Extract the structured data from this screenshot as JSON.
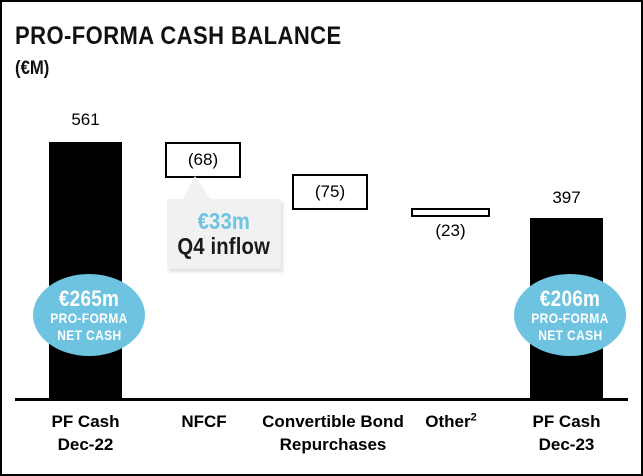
{
  "header": {
    "title": "PRO-FORMA CASH BALANCE",
    "units": "(€M)"
  },
  "colors": {
    "accent_blue": "#6ec3e0",
    "bar_black": "#000000",
    "callout_bg": "#f1f1f1",
    "page_bg": "#ffffff"
  },
  "badges": [
    {
      "amount": "€265m",
      "line1": "PRO-FORMA",
      "line2": "NET CASH"
    },
    {
      "amount": "€206m",
      "line1": "PRO-FORMA",
      "line2": "NET CASH"
    }
  ],
  "callout": {
    "amount": "€33m",
    "text": "Q4 inflow"
  },
  "axis": {
    "categories": [
      {
        "line1": "PF Cash",
        "line2": "Dec-22",
        "superscript": ""
      },
      {
        "line1": "NFCF",
        "line2": "",
        "superscript": ""
      },
      {
        "line1": "Convertible Bond",
        "line2": "Repurchases",
        "superscript": ""
      },
      {
        "line1": "Other",
        "line2": "",
        "superscript": "2"
      },
      {
        "line1": "PF Cash",
        "line2": "Dec-23",
        "superscript": ""
      }
    ]
  },
  "chart_data": {
    "type": "bar",
    "title": "PRO-FORMA CASH BALANCE",
    "subtitle": "(€M)",
    "xlabel": "",
    "ylabel": "€M",
    "ylim": [
      0,
      600
    ],
    "grid": false,
    "legend": "none",
    "waterfall": true,
    "categories": [
      "PF Cash Dec-22",
      "NFCF",
      "Convertible Bond Repurchases",
      "Other",
      "PF Cash Dec-23"
    ],
    "labels": [
      "561",
      "(68)",
      "(75)",
      "(23)",
      "397"
    ],
    "values": [
      561,
      -68,
      -75,
      -23,
      397
    ],
    "bar_styles": [
      "solid",
      "outline",
      "outline",
      "outline",
      "solid"
    ],
    "cumulative_start": [
      0,
      561,
      493,
      418,
      0
    ],
    "cumulative_end": [
      561,
      493,
      418,
      395,
      397
    ],
    "annotations": [
      {
        "text": "€33m",
        "note": "callout amount, blue"
      },
      {
        "text": "Q4 inflow",
        "note": "callout caption"
      },
      {
        "text": "€265m PRO-FORMA NET CASH",
        "note": "badge on PF Cash Dec-22 bar"
      },
      {
        "text": "€206m PRO-FORMA NET CASH",
        "note": "badge on PF Cash Dec-23 bar"
      }
    ]
  }
}
